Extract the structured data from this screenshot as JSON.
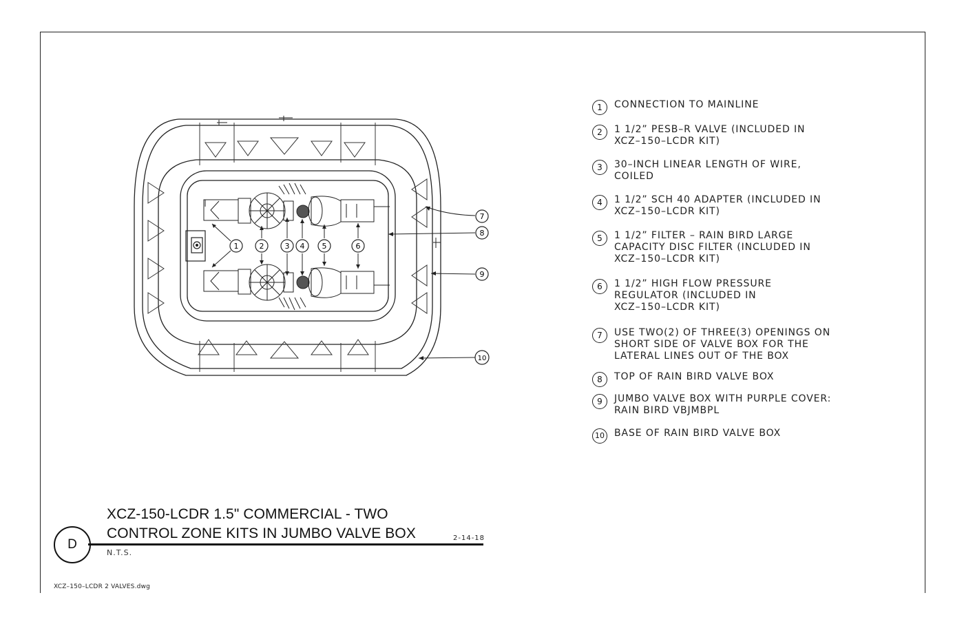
{
  "callouts": [
    "1",
    "2",
    "3",
    "4",
    "5",
    "6",
    "7",
    "8",
    "9",
    "10"
  ],
  "legend": [
    {
      "num": "1",
      "text": "CONNECTION TO MAINLINE"
    },
    {
      "num": "2",
      "text": "1 1/2” PESB–R VALVE (INCLUDED IN\nXCZ–150–LCDR KIT)"
    },
    {
      "num": "3",
      "text": "30–INCH LINEAR LENGTH OF WIRE,\nCOILED"
    },
    {
      "num": "4",
      "text": "1 1/2” SCH 40 ADAPTER (INCLUDED IN\nXCZ–150–LCDR KIT)"
    },
    {
      "num": "5",
      "text": "1 1/2” FILTER – RAIN BIRD LARGE\nCAPACITY DISC FILTER (INCLUDED IN\nXCZ–150–LCDR KIT)"
    },
    {
      "num": "6",
      "text": "1 1/2” HIGH FLOW PRESSURE\nREGULATOR (INCLUDED IN\nXCZ–150–LCDR KIT)"
    },
    {
      "num": "7",
      "text": "USE TWO(2) OF THREE(3) OPENINGS ON\nSHORT SIDE OF VALVE BOX FOR THE\nLATERAL LINES OUT OF THE BOX"
    },
    {
      "num": "8",
      "text": "TOP OF RAIN BIRD VALVE BOX"
    },
    {
      "num": "9",
      "text": "JUMBO VALVE BOX WITH PURPLE COVER:\n    RAIN BIRD VBJMBPL"
    },
    {
      "num": "10",
      "text": "BASE OF RAIN BIRD VALVE BOX"
    }
  ],
  "title": {
    "line1": "XCZ-150-LCDR 1.5\" COMMERCIAL - TWO",
    "line2": "CONTROL ZONE KITS IN JUMBO VALVE BOX",
    "scale": "N.T.S.",
    "date": "2-14-18",
    "detail_letter": "D"
  },
  "filename": "XCZ–150–LCDR 2 VALVES.dwg"
}
